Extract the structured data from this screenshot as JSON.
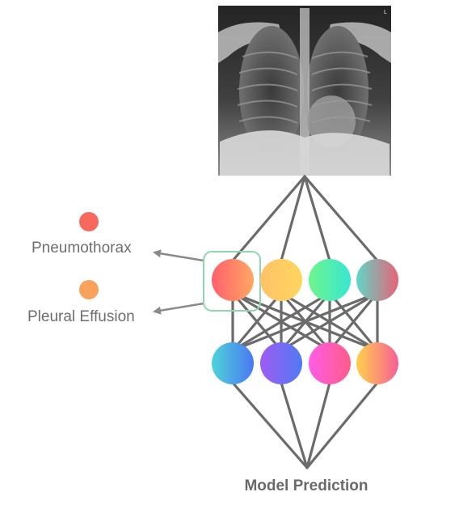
{
  "legend": {
    "items": [
      {
        "label": "Pneumothorax",
        "color": "#f56a5c"
      },
      {
        "label": "Pleural Effusion",
        "color": "#f9a25c"
      }
    ]
  },
  "caption": "Model Prediction",
  "xray": {
    "corner_mark": "L"
  },
  "network": {
    "top_row_gradients": [
      [
        "#ff5f6d",
        "#ffa763"
      ],
      [
        "#ffc26b",
        "#ffd65c"
      ],
      [
        "#6ff58c",
        "#38e6d3"
      ],
      [
        "#5fd6c6",
        "#e86377"
      ]
    ],
    "bottom_row_gradients": [
      [
        "#4fd3d9",
        "#4a78f2"
      ],
      [
        "#a05cf2",
        "#4f7af5"
      ],
      [
        "#ff5ce6",
        "#ff5c8a"
      ],
      [
        "#ffd04d",
        "#f85f96"
      ]
    ],
    "highlight_color": "#8fd6b0",
    "line_color": "#6b6b6b",
    "arrow_color": "#8a8a8a"
  }
}
